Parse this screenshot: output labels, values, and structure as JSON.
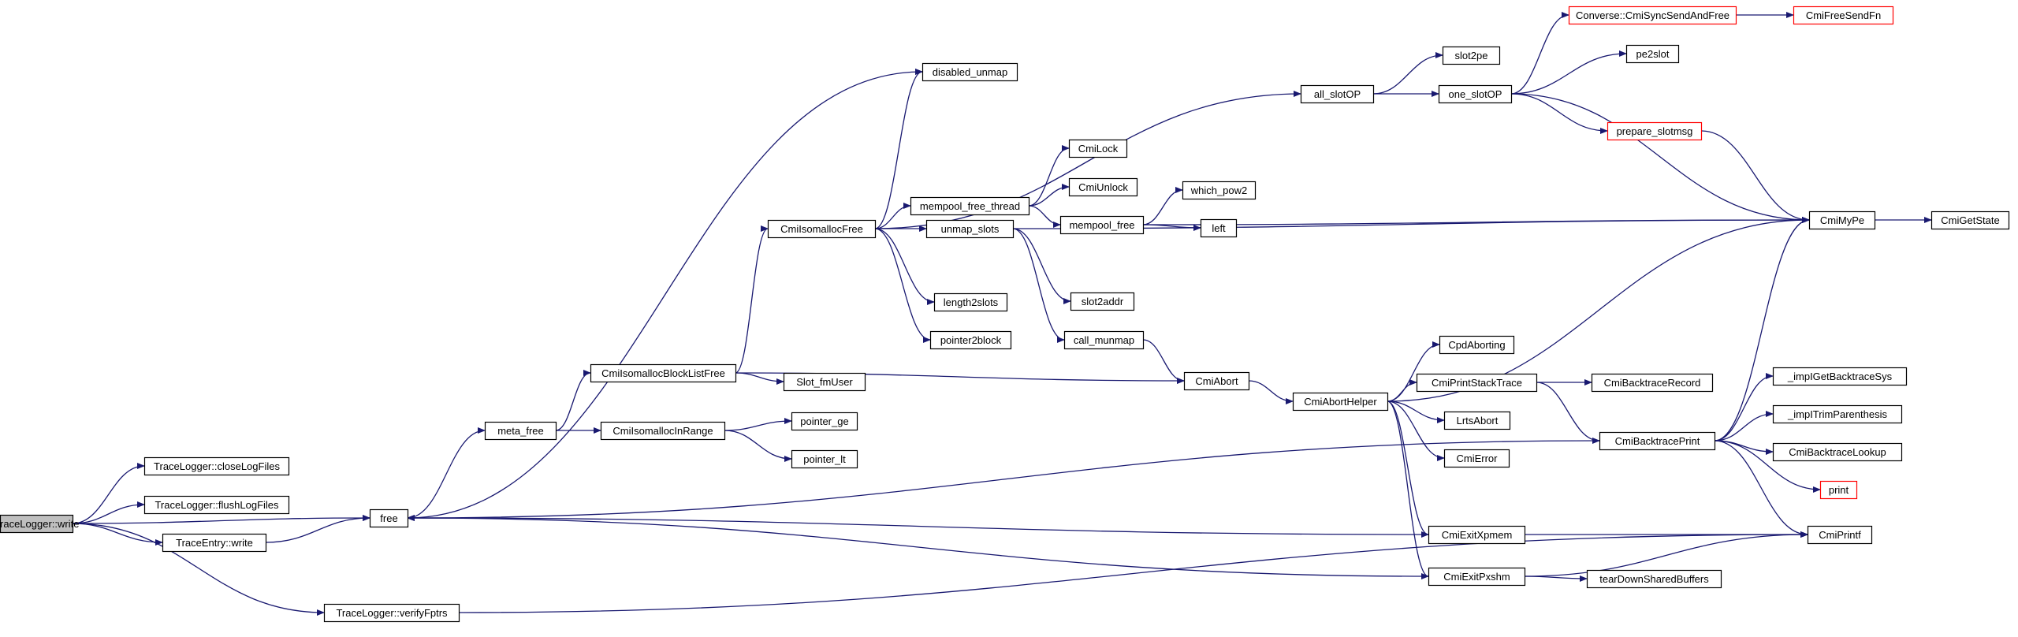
{
  "graph": {
    "colors": {
      "edge": "#191970",
      "truncated_border": "#ff0000",
      "root_fill": "#bfbfbf"
    },
    "nodes": [
      {
        "id": "tl_write",
        "label": "TraceLogger::write",
        "kind": "root"
      },
      {
        "id": "closeLogFiles",
        "label": "TraceLogger::closeLogFiles"
      },
      {
        "id": "flushLogFiles",
        "label": "TraceLogger::flushLogFiles"
      },
      {
        "id": "te_write",
        "label": "TraceEntry::write"
      },
      {
        "id": "verifyFptrs",
        "label": "TraceLogger::verifyFptrs"
      },
      {
        "id": "free",
        "label": "free"
      },
      {
        "id": "meta_free",
        "label": "meta_free"
      },
      {
        "id": "blockListFree",
        "label": "CmiIsomallocBlockListFree"
      },
      {
        "id": "inRange",
        "label": "CmiIsomallocInRange"
      },
      {
        "id": "pointer_ge",
        "label": "pointer_ge"
      },
      {
        "id": "pointer_lt",
        "label": "pointer_lt"
      },
      {
        "id": "slot_fmUser",
        "label": "Slot_fmUser"
      },
      {
        "id": "isoFree",
        "label": "CmiIsomallocFree"
      },
      {
        "id": "disabled_unmap",
        "label": "disabled_unmap"
      },
      {
        "id": "mempool_free_thread",
        "label": "mempool_free_thread"
      },
      {
        "id": "unmap_slots",
        "label": "unmap_slots"
      },
      {
        "id": "length2slots",
        "label": "length2slots"
      },
      {
        "id": "pointer2block",
        "label": "pointer2block"
      },
      {
        "id": "cmilock",
        "label": "CmiLock"
      },
      {
        "id": "cmiunlock",
        "label": "CmiUnlock"
      },
      {
        "id": "mempool_free",
        "label": "mempool_free"
      },
      {
        "id": "which_pow2",
        "label": "which_pow2"
      },
      {
        "id": "left",
        "label": "left"
      },
      {
        "id": "slot2addr",
        "label": "slot2addr"
      },
      {
        "id": "call_munmap",
        "label": "call_munmap"
      },
      {
        "id": "cmiabort",
        "label": "CmiAbort"
      },
      {
        "id": "all_slotop",
        "label": "all_slotOP"
      },
      {
        "id": "slot2pe",
        "label": "slot2pe"
      },
      {
        "id": "one_slotop",
        "label": "one_slotOP"
      },
      {
        "id": "syncsend",
        "label": "Converse::CmiSyncSendAndFree",
        "kind": "truncated"
      },
      {
        "id": "freesendfn",
        "label": "CmiFreeSendFn",
        "kind": "truncated"
      },
      {
        "id": "pe2slot",
        "label": "pe2slot"
      },
      {
        "id": "prepare_slotmsg",
        "label": "prepare_slotmsg",
        "kind": "truncated"
      },
      {
        "id": "cmimype",
        "label": "CmiMyPe"
      },
      {
        "id": "cmigetstate",
        "label": "CmiGetState"
      },
      {
        "id": "aborthelper",
        "label": "CmiAbortHelper"
      },
      {
        "id": "cpdaborting",
        "label": "CpdAborting"
      },
      {
        "id": "printstacktrace",
        "label": "CmiPrintStackTrace"
      },
      {
        "id": "backtracerecord",
        "label": "CmiBacktraceRecord"
      },
      {
        "id": "lrtsabort",
        "label": "LrtsAbort"
      },
      {
        "id": "cmierror",
        "label": "CmiError"
      },
      {
        "id": "exitxpmem",
        "label": "CmiExitXpmem"
      },
      {
        "id": "exitpxshm",
        "label": "CmiExitPxshm"
      },
      {
        "id": "teardown",
        "label": "tearDownSharedBuffers"
      },
      {
        "id": "backtraceprint",
        "label": "CmiBacktracePrint"
      },
      {
        "id": "getbacktracesys",
        "label": "_impIGetBacktraceSys"
      },
      {
        "id": "trimparen",
        "label": "_impITrimParenthesis"
      },
      {
        "id": "backtracelookup",
        "label": "CmiBacktraceLookup"
      },
      {
        "id": "print",
        "label": "print",
        "kind": "truncated"
      },
      {
        "id": "cmiprintf",
        "label": "CmiPrintf"
      }
    ],
    "edges": [
      {
        "from": "tl_write",
        "to": "closeLogFiles"
      },
      {
        "from": "tl_write",
        "to": "flushLogFiles"
      },
      {
        "from": "tl_write",
        "to": "te_write"
      },
      {
        "from": "tl_write",
        "to": "verifyFptrs"
      },
      {
        "from": "tl_write",
        "to": "free"
      },
      {
        "from": "te_write",
        "to": "free"
      },
      {
        "from": "verifyFptrs",
        "to": "cmiprintf"
      },
      {
        "from": "free",
        "to": "meta_free"
      },
      {
        "from": "free",
        "to": "disabled_unmap"
      },
      {
        "from": "meta_free",
        "to": "blockListFree"
      },
      {
        "from": "meta_free",
        "to": "inRange"
      },
      {
        "from": "inRange",
        "to": "pointer_ge"
      },
      {
        "from": "inRange",
        "to": "pointer_lt"
      },
      {
        "from": "blockListFree",
        "to": "isoFree"
      },
      {
        "from": "blockListFree",
        "to": "slot_fmUser"
      },
      {
        "from": "blockListFree",
        "to": "cmiabort"
      },
      {
        "from": "isoFree",
        "to": "disabled_unmap"
      },
      {
        "from": "isoFree",
        "to": "all_slotop"
      },
      {
        "from": "isoFree",
        "to": "mempool_free_thread"
      },
      {
        "from": "isoFree",
        "to": "unmap_slots"
      },
      {
        "from": "isoFree",
        "to": "length2slots"
      },
      {
        "from": "isoFree",
        "to": "pointer2block"
      },
      {
        "from": "mempool_free_thread",
        "to": "cmilock"
      },
      {
        "from": "mempool_free_thread",
        "to": "cmiunlock"
      },
      {
        "from": "mempool_free_thread",
        "to": "mempool_free"
      },
      {
        "from": "mempool_free",
        "to": "which_pow2"
      },
      {
        "from": "mempool_free",
        "to": "left"
      },
      {
        "from": "mempool_free",
        "to": "cmimype"
      },
      {
        "from": "unmap_slots",
        "to": "slot2addr"
      },
      {
        "from": "unmap_slots",
        "to": "call_munmap"
      },
      {
        "from": "unmap_slots",
        "to": "cmimype"
      },
      {
        "from": "call_munmap",
        "to": "cmiabort"
      },
      {
        "from": "all_slotop",
        "to": "slot2pe"
      },
      {
        "from": "all_slotop",
        "to": "one_slotop"
      },
      {
        "from": "one_slotop",
        "to": "syncsend"
      },
      {
        "from": "one_slotop",
        "to": "pe2slot"
      },
      {
        "from": "one_slotop",
        "to": "prepare_slotmsg"
      },
      {
        "from": "one_slotop",
        "to": "cmimype"
      },
      {
        "from": "syncsend",
        "to": "freesendfn"
      },
      {
        "from": "prepare_slotmsg",
        "to": "cmimype"
      },
      {
        "from": "cmimype",
        "to": "cmigetstate"
      },
      {
        "from": "cmiabort",
        "to": "aborthelper"
      },
      {
        "from": "aborthelper",
        "to": "cmimype"
      },
      {
        "from": "aborthelper",
        "to": "cpdaborting"
      },
      {
        "from": "aborthelper",
        "to": "printstacktrace"
      },
      {
        "from": "aborthelper",
        "to": "lrtsabort"
      },
      {
        "from": "aborthelper",
        "to": "cmierror"
      },
      {
        "from": "aborthelper",
        "to": "exitxpmem"
      },
      {
        "from": "aborthelper",
        "to": "exitpxshm"
      },
      {
        "from": "printstacktrace",
        "to": "backtracerecord"
      },
      {
        "from": "printstacktrace",
        "to": "backtraceprint"
      },
      {
        "from": "backtraceprint",
        "to": "free"
      },
      {
        "from": "backtraceprint",
        "to": "cmimype"
      },
      {
        "from": "backtraceprint",
        "to": "getbacktracesys"
      },
      {
        "from": "backtraceprint",
        "to": "trimparen"
      },
      {
        "from": "backtraceprint",
        "to": "backtracelookup"
      },
      {
        "from": "backtraceprint",
        "to": "print"
      },
      {
        "from": "backtraceprint",
        "to": "cmiprintf"
      },
      {
        "from": "exitxpmem",
        "to": "free"
      },
      {
        "from": "exitxpmem",
        "to": "cmiprintf"
      },
      {
        "from": "exitpxshm",
        "to": "free"
      },
      {
        "from": "exitpxshm",
        "to": "cmiprintf"
      },
      {
        "from": "exitpxshm",
        "to": "teardown"
      }
    ]
  }
}
